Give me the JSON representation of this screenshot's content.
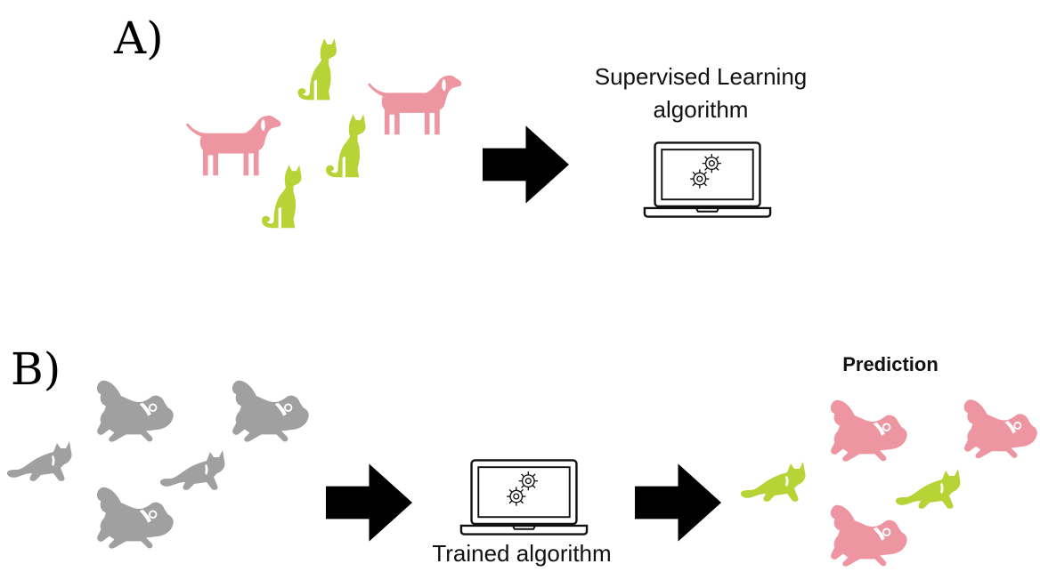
{
  "panels": {
    "a": {
      "label": "A)",
      "caption_line1": "Supervised Learning",
      "caption_line2": "algorithm"
    },
    "b": {
      "label": "B)",
      "caption_trained": "Trained algorithm",
      "caption_prediction": "Prediction"
    }
  },
  "colors": {
    "dog_labeled": "#ee95a2",
    "cat_labeled": "#b7d335",
    "unlabeled": "#a0a0a0",
    "arrow": "#000000"
  },
  "icons": {
    "animal_dog": "dog-icon",
    "animal_cat": "cat-icon",
    "computer": "laptop-gears-icon",
    "flow": "right-arrow-icon"
  }
}
